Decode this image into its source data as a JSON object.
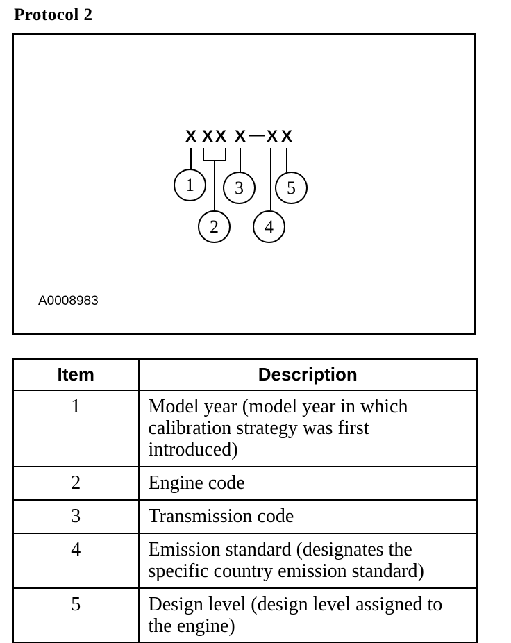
{
  "page": {
    "title": "Protocol 2"
  },
  "figure": {
    "code_chars": [
      "X",
      "X",
      "X",
      "X",
      "X",
      "X"
    ],
    "separator": "—",
    "callouts": [
      "1",
      "2",
      "3",
      "4",
      "5"
    ],
    "label": "A0008983"
  },
  "table": {
    "headers": {
      "item": "Item",
      "description": "Description"
    },
    "rows": [
      {
        "item": "1",
        "description": "Model year (model year in which calibration strategy was first introduced)"
      },
      {
        "item": "2",
        "description": "Engine code"
      },
      {
        "item": "3",
        "description": "Transmission code"
      },
      {
        "item": "4",
        "description": "Emission standard (designates the specific country emission standard)"
      },
      {
        "item": "5",
        "description": "Design level (design level assigned to the engine)"
      }
    ]
  },
  "colors": {
    "ink": "#000000",
    "paper": "#ffffff"
  }
}
